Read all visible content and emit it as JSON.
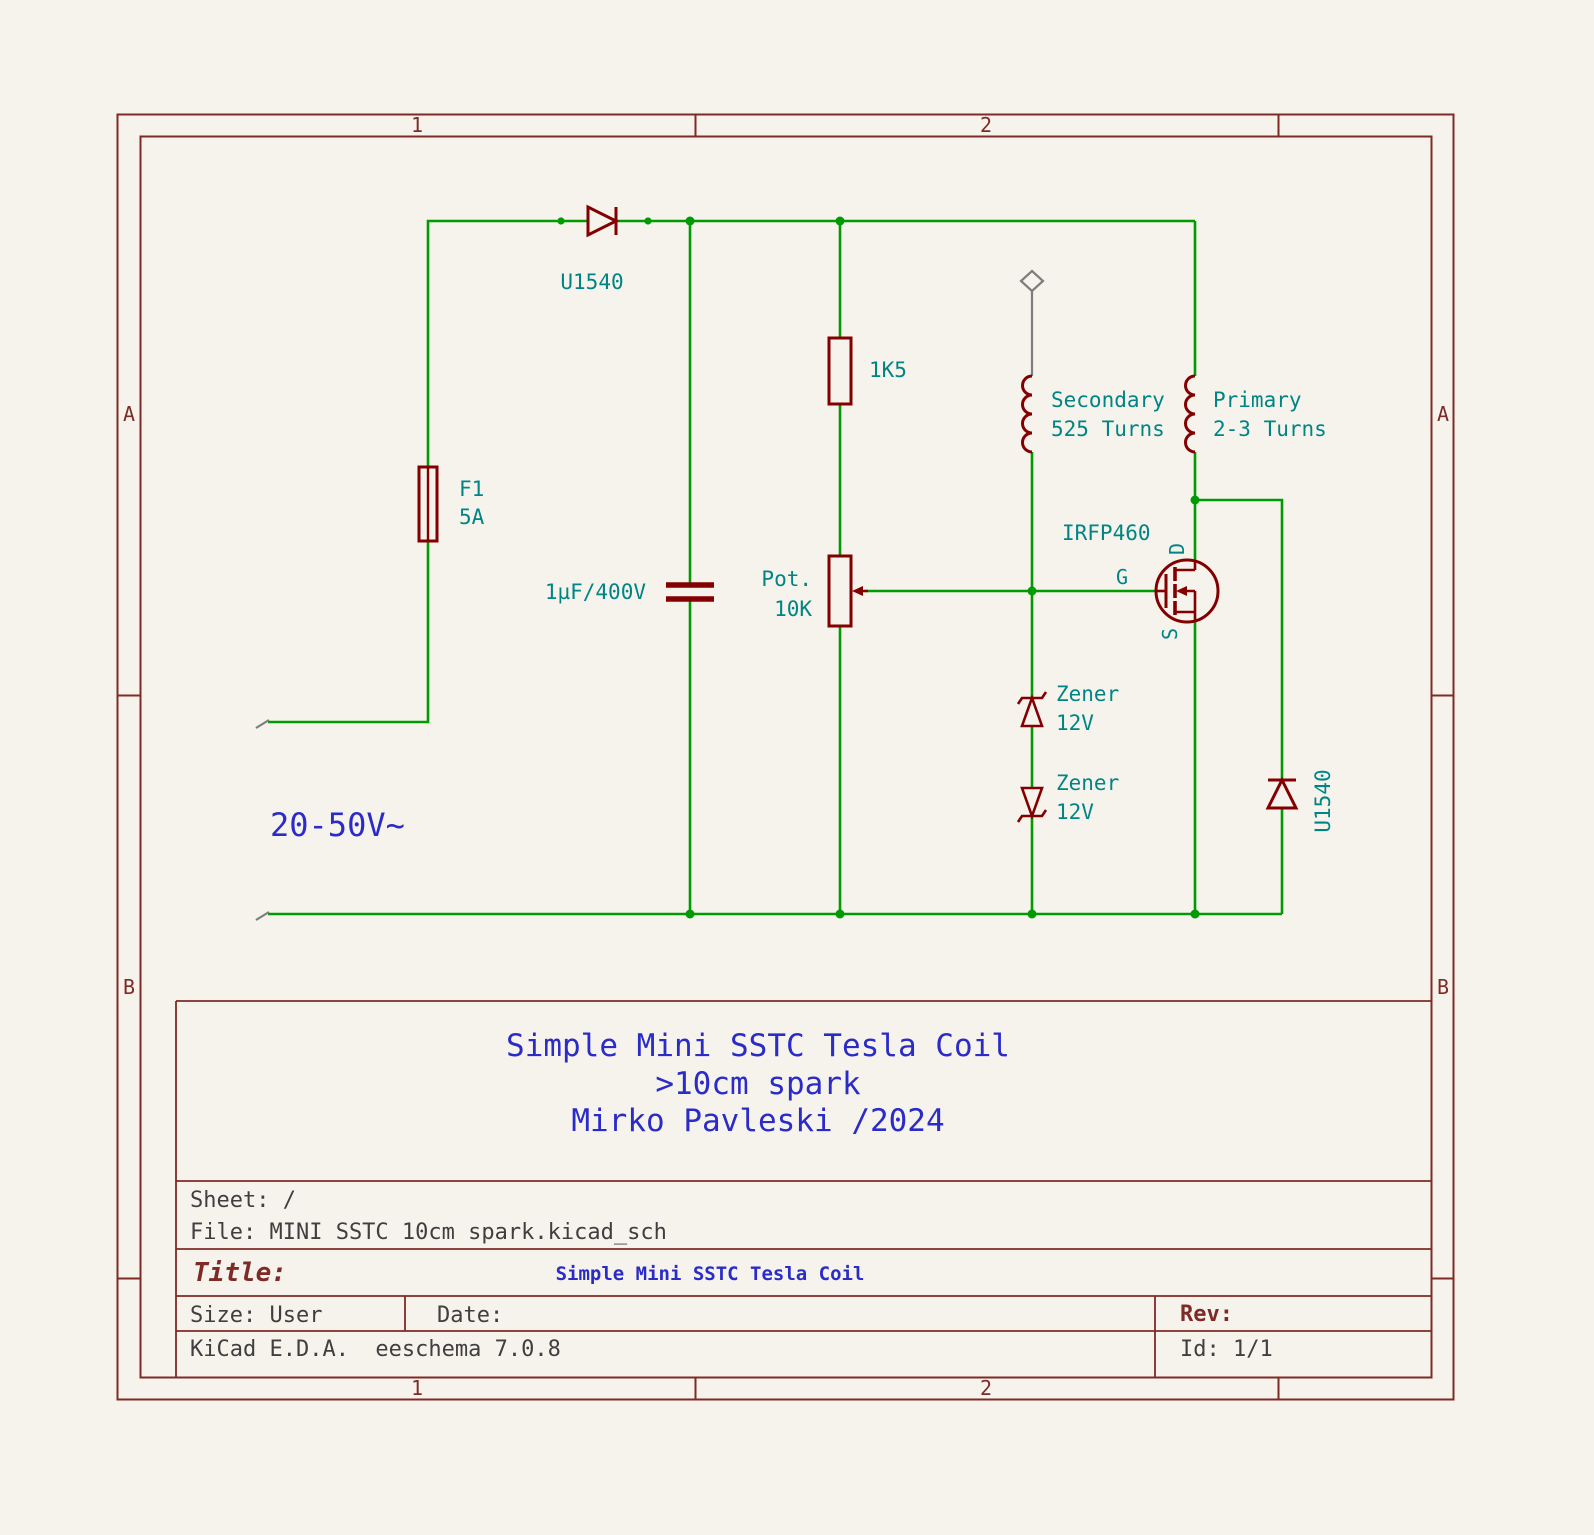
{
  "colors": {
    "background": "#f5f3ec",
    "wire_green": "#009b00",
    "symbol_maroon": "#840000",
    "label_teal": "#008484",
    "note_blue": "#2b2bc8",
    "sheet_frame": "#7e2a26"
  },
  "frame": {
    "col1": "1",
    "col2": "2",
    "rowA": "A",
    "rowB": "B"
  },
  "schematic": {
    "supply_label": "20-50V~",
    "diode_top": "U1540",
    "fuse_ref": "F1",
    "fuse_value": "5A",
    "cap_value": "1µF/400V",
    "res_value": "1K5",
    "pot_name": "Pot.",
    "pot_value": "10K",
    "secondary_name": "Secondary",
    "secondary_turns": "525 Turns",
    "primary_name": "Primary",
    "primary_turns": "2-3 Turns",
    "mosfet_ref": "IRFP460",
    "mosfet_gate": "G",
    "mosfet_drain": "D",
    "mosfet_source": "S",
    "zener1_name": "Zener",
    "zener1_value": "12V",
    "zener2_name": "Zener",
    "zener2_value": "12V",
    "diode_right": "U1540"
  },
  "title_block": {
    "line1": "Simple Mini SSTC Tesla Coil",
    "line2": ">10cm spark",
    "line3": "Mirko Pavleski /2024",
    "sheet": "Sheet: /",
    "file": "File: MINI SSTC 10cm spark.kicad_sch",
    "title_label": "Title:",
    "title_value": "Simple Mini SSTC Tesla Coil",
    "size": "Size: User",
    "date": "Date:",
    "rev": "Rev:",
    "generator": "KiCad E.D.A.  eeschema 7.0.8",
    "id": "Id: 1/1"
  }
}
